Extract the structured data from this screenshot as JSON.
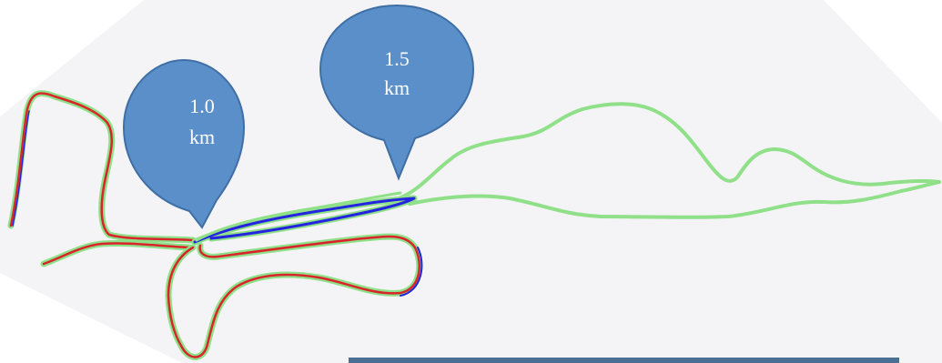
{
  "colors": {
    "track_outer": "#8fe088",
    "route_red": "#d8242a",
    "route_blue": "#2424e0",
    "callout_fill": "#5b8fc9",
    "callout_stroke": "#3f6fa4",
    "bottom_bar": "#4a6f95",
    "backdrop": "#f4f4f6"
  },
  "callouts": [
    {
      "line1": "1.0",
      "line2": "km"
    },
    {
      "line1": "1.5",
      "line2": "km"
    }
  ]
}
